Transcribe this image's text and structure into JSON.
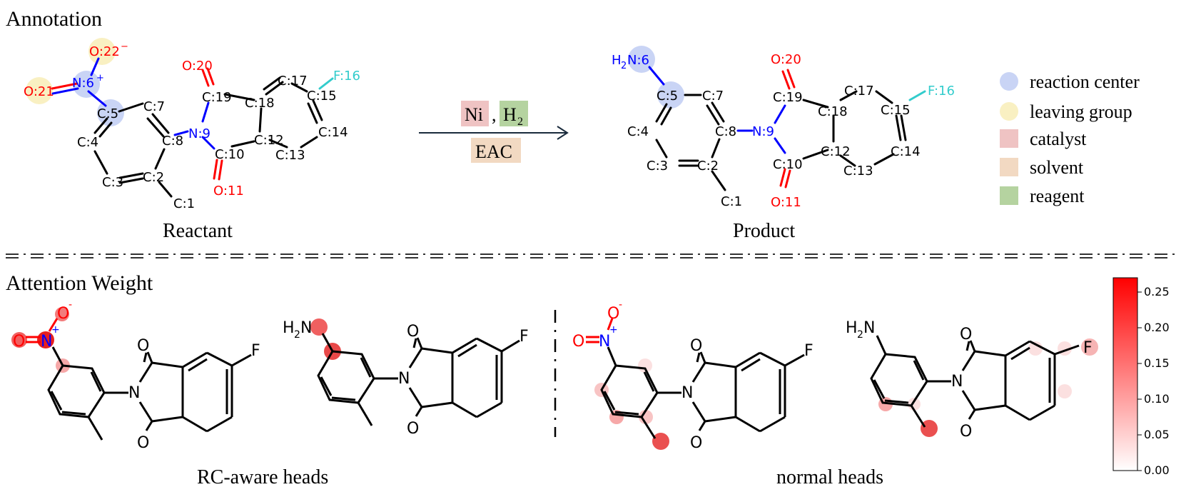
{
  "annotation": {
    "title": "Annotation",
    "reactant_label": "Reactant",
    "product_label": "Product",
    "conditions": {
      "catalyst": "Ni",
      "separator": ",",
      "reagent": "H",
      "reagent_sub": "2",
      "solvent": "EAC"
    }
  },
  "reactant_atoms": {
    "o22": "O:22",
    "o22_charge": "−",
    "o21": "O:21",
    "n6": "N:6",
    "n6_charge": "+",
    "c5": "C:5",
    "c7": "C:7",
    "c4": "C:4",
    "c8": "C:8",
    "n9": "N:9",
    "c3": "C:3",
    "c2": "C:2",
    "c1": "C:1",
    "o20": "O:20",
    "c19": "C:19",
    "c18": "C:18",
    "c17": "C:17",
    "c15": "C:15",
    "f16": "F:16",
    "c10": "C:10",
    "c12": "C:12",
    "c13": "C:13",
    "c14": "C:14",
    "o11": "O:11"
  },
  "product_atoms": {
    "h2n6_h": "H",
    "h2n6_sub": "2",
    "h2n6_rest": "N:6",
    "c5": "C:5",
    "c7": "C:7",
    "c4": "C:4",
    "c8": "C:8",
    "n9": "N:9",
    "c3": "C:3",
    "c2": "C:2",
    "c1": "C:1",
    "o20": "O:20",
    "c19": "C:19",
    "c18": "C:18",
    "c17": "C:17",
    "c15": "C:15",
    "f16": "F:16",
    "c10": "C:10",
    "c12": "C:12",
    "c13": "C:13",
    "c14": "C:14",
    "o11": "O:11"
  },
  "legend": [
    {
      "label": "reaction center",
      "shape": "circle",
      "color": "#c9d4f5"
    },
    {
      "label": "leaving group",
      "shape": "circle",
      "color": "#f9f0c2"
    },
    {
      "label": "catalyst",
      "shape": "square",
      "color": "#efc3c3"
    },
    {
      "label": "solvent",
      "shape": "square",
      "color": "#f2d9c2"
    },
    {
      "label": "reagent",
      "shape": "square",
      "color": "#b5d3a0"
    }
  ],
  "attention": {
    "title": "Attention Weight",
    "rc_heads_label": "RC-aware heads",
    "normal_heads_label": "normal heads",
    "mol_text": {
      "O": "O",
      "F": "F",
      "N": "N",
      "H": "H",
      "sub2": "2",
      "plus": "+",
      "minus": "-"
    }
  },
  "colorbar": {
    "ticks": [
      "0.25",
      "0.20",
      "0.15",
      "0.10",
      "0.05",
      "0.00"
    ],
    "min": 0.0,
    "max": 0.27,
    "color_low": "#ffffff",
    "color_high": "#ff0000"
  },
  "colors": {
    "oxygen": "#ff0000",
    "nitrogen": "#0000ff",
    "fluorine": "#33cccc",
    "rc_highlight": "#c9d4f5",
    "lg_highlight": "#f9f0c2",
    "catalyst_box": "#efc3c3",
    "solvent_box": "#f2d9c2",
    "reagent_box": "#b5d3a0"
  }
}
